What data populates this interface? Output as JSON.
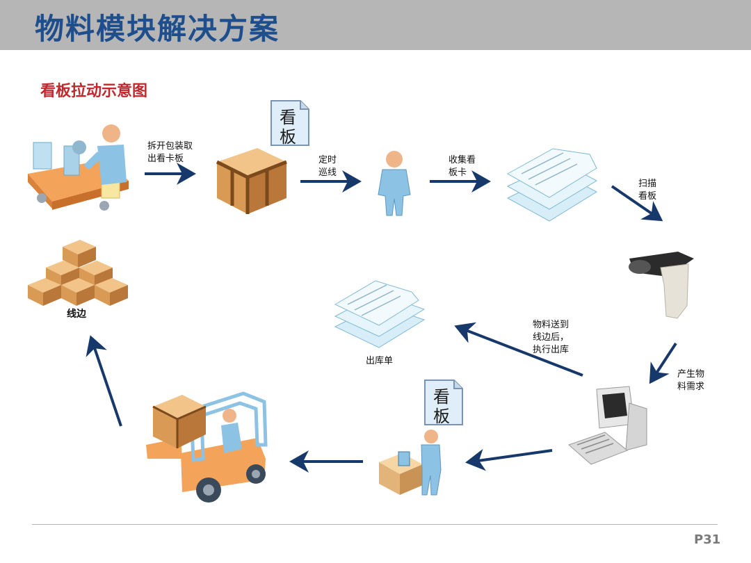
{
  "header": {
    "title": "物料模块解决方案"
  },
  "subtitle": "看板拉动示意图",
  "kanban_card": {
    "line1": "看",
    "line2": "板"
  },
  "labels": {
    "unpack": "拆开包装取\n出看卡板",
    "patrol": "定时\n巡线",
    "collect": "收集看\n板卡",
    "scan": "扫描\n看板",
    "demand": "产生物\n料需求",
    "deliver": "物料送到\n线边后，\n执行出库",
    "outbound": "出库单",
    "lineside": "线边"
  },
  "page_number": "P31",
  "colors": {
    "arrow": "#17386b",
    "title": "#1f4e8c",
    "subtitle": "#c0282e",
    "header_bg": "#b6b6b6"
  }
}
